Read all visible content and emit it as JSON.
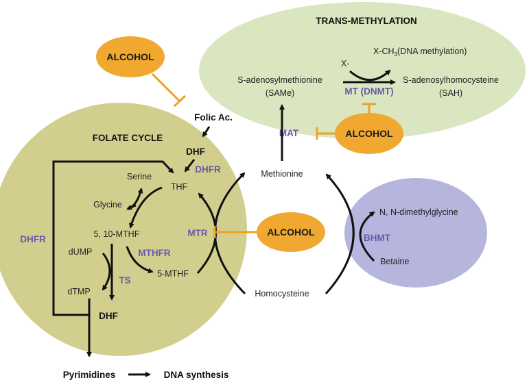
{
  "colors": {
    "trans_methylation_bg": "#d9e6bf",
    "folate_cycle_bg": "#d2cf8e",
    "bhmt_bg": "#b5b5de",
    "alcohol_bg": "#f0a830",
    "enzyme_text": "#6a5aa8",
    "inhibitor_line": "#f0a020"
  },
  "regions": {
    "trans_methylation": "TRANS-METHYLATION",
    "folate_cycle": "FOLATE CYCLE"
  },
  "alcohol_label": "ALCOHOL",
  "metabolites": {
    "same_line1": "S-adenosylmethionine",
    "same_line2": "(SAMe)",
    "sah_line1": "S-adenosylhomocysteine",
    "sah_line2": "(SAH)",
    "x_minus": "X-",
    "x_ch3": "X-CH",
    "x_ch3_sub": "3",
    "x_ch3_rest": "(DNA methylation)",
    "folic_acid": "Folic Ac.",
    "dhf_top": "DHF",
    "thf": "THF",
    "serine": "Serine",
    "glycine": "Glycine",
    "mthf_5_10": "5, 10-MTHF",
    "dump": "dUMP",
    "dtmp": "dTMP",
    "mthf_5": "5-MTHF",
    "dhf_bottom": "DHF",
    "methionine": "Methionine",
    "homocysteine": "Homocysteine",
    "dimethylglycine": "N, N-dimethylglycine",
    "betaine": "Betaine",
    "pyrimidines": "Pyrimidines",
    "dna_synthesis": "DNA synthesis"
  },
  "enzymes": {
    "mt_dnmt": "MT (DNMT)",
    "mat": "MAT",
    "dhfr_top": "DHFR",
    "dhfr_left": "DHFR",
    "mthfr": "MTHFR",
    "ts": "TS",
    "mtr": "MTR",
    "bhmt": "BHMT"
  }
}
